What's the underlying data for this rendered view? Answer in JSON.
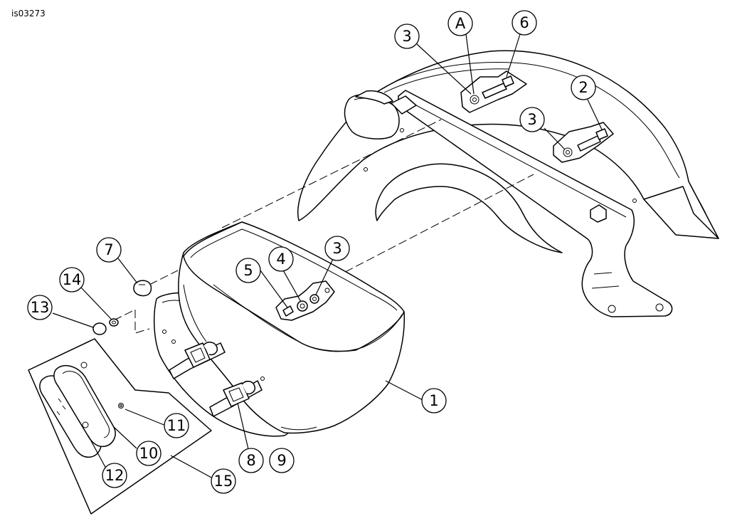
{
  "figure_id": "is03273",
  "callouts": [
    {
      "id": "c1",
      "label": "1"
    },
    {
      "id": "c2",
      "label": "2"
    },
    {
      "id": "c3a",
      "label": "3"
    },
    {
      "id": "c3b",
      "label": "3"
    },
    {
      "id": "c3c",
      "label": "3"
    },
    {
      "id": "cA",
      "label": "A"
    },
    {
      "id": "c6",
      "label": "6"
    },
    {
      "id": "c4",
      "label": "4"
    },
    {
      "id": "c5",
      "label": "5"
    },
    {
      "id": "c7",
      "label": "7"
    },
    {
      "id": "c14",
      "label": "14"
    },
    {
      "id": "c13",
      "label": "13"
    },
    {
      "id": "c11",
      "label": "11"
    },
    {
      "id": "c10",
      "label": "10"
    },
    {
      "id": "c12",
      "label": "12"
    },
    {
      "id": "c8",
      "label": "8"
    },
    {
      "id": "c9",
      "label": "9"
    },
    {
      "id": "c15",
      "label": "15"
    }
  ]
}
